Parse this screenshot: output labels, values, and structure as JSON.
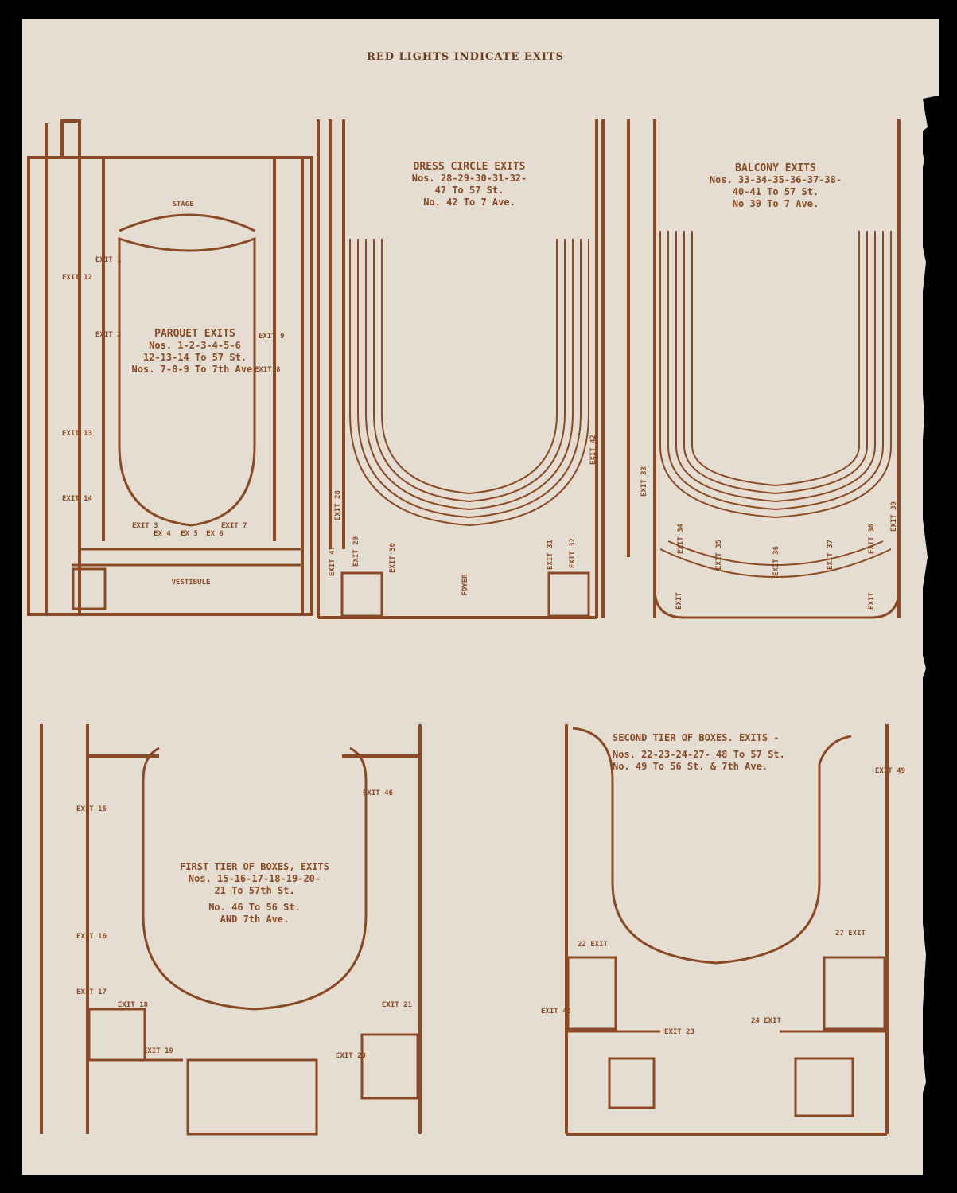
{
  "header": "RED LIGHTS INDICATE EXITS",
  "parquet": {
    "title": "PARQUET EXITS",
    "line1": "Nos. 1-2-3-4-5-6",
    "line2": "12-13-14 To 57 St.",
    "line3": "Nos. 7-8-9 To 7th Ave.",
    "stage": "STAGE",
    "vestibule": "VESTIBULE"
  },
  "dress_circle": {
    "title": "DRESS CIRCLE EXITS",
    "line1": "Nos. 28-29-30-31-32-",
    "line2": "47 To 57 St.",
    "line3": "No. 42 To 7 Ave.",
    "foyer": "FOYER"
  },
  "balcony": {
    "title": "BALCONY EXITS",
    "line1": "Nos. 33-34-35-36-37-38-",
    "line2": "40-41 To 57 St.",
    "line3": "No 39 To 7 Ave."
  },
  "first_tier": {
    "title": "FIRST TIER OF BOXES, EXITS",
    "line1": "Nos. 15-16-17-18-19-20-",
    "line2": "21 To 57th St.",
    "line3": "No. 46 To 56 St.",
    "line4": "AND 7th Ave."
  },
  "second_tier": {
    "title": "SECOND TIER OF BOXES. EXITS -",
    "line1": "Nos. 22-23-24-27- 48 To 57 St.",
    "line2": "No. 49 To 56 St. & 7th Ave."
  },
  "exits": {
    "e1": "EXIT 1",
    "e2": "EXIT 2",
    "e3": "EXIT 3",
    "e4": "EX 4",
    "e5": "EX 5",
    "e6": "EX 6",
    "e7": "EXIT 7",
    "e8": "EXIT 8",
    "e9": "EXIT 9",
    "e12": "EXIT 12",
    "e13": "EXIT 13",
    "e14": "EXIT 14",
    "e15": "EXIT 15",
    "e16": "EXIT 16",
    "e17": "EXIT 17",
    "e18": "EXIT 18",
    "e19": "EXIT 19",
    "e20": "EXIT 20",
    "e21": "EXIT 21",
    "e22": "22 EXIT",
    "e23": "EXIT 23",
    "e24": "24 EXIT",
    "e27": "27 EXIT",
    "e28": "EXIT 28",
    "e29": "EXIT 29",
    "e30": "EXIT 30",
    "e31": "EXIT 31",
    "e32": "EXIT 32",
    "e33": "EXIT 33",
    "e34": "EXIT 34",
    "e35": "EXIT 35",
    "e36": "EXIT 36",
    "e37": "EXIT 37",
    "e38": "EXIT 38",
    "e39": "EXIT 39",
    "e42": "EXIT 42",
    "e46": "EXIT 46",
    "e47": "EXIT 47",
    "e48": "EXIT 48",
    "e49": "EXIT 49",
    "ex_bl": "EXIT",
    "ex_br": "EXIT"
  }
}
